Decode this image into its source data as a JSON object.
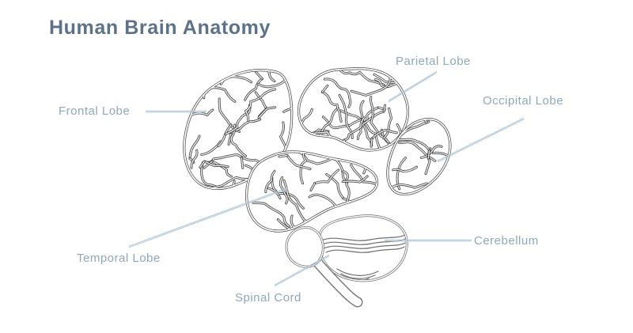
{
  "title": "Human Brain Anatomy",
  "labels": {
    "frontal_lobe": "Frontal Lobe",
    "parietal_lobe": "Parietal Lobe",
    "occipital_lobe": "Occipital Lobe",
    "temporal_lobe": "Temporal Lobe",
    "cerebellum": "Cerebellum",
    "spinal_cord": "Spinal Cord"
  },
  "colors": {
    "background": "#ffffff",
    "title_text": "#5c7289",
    "label_text": "#8ea8bb",
    "leader_line": "#aec6d6",
    "brain_outline": "#474747",
    "gyri_line": "#3b3b3b",
    "cerebellum_outline": "#6e6e6e"
  }
}
